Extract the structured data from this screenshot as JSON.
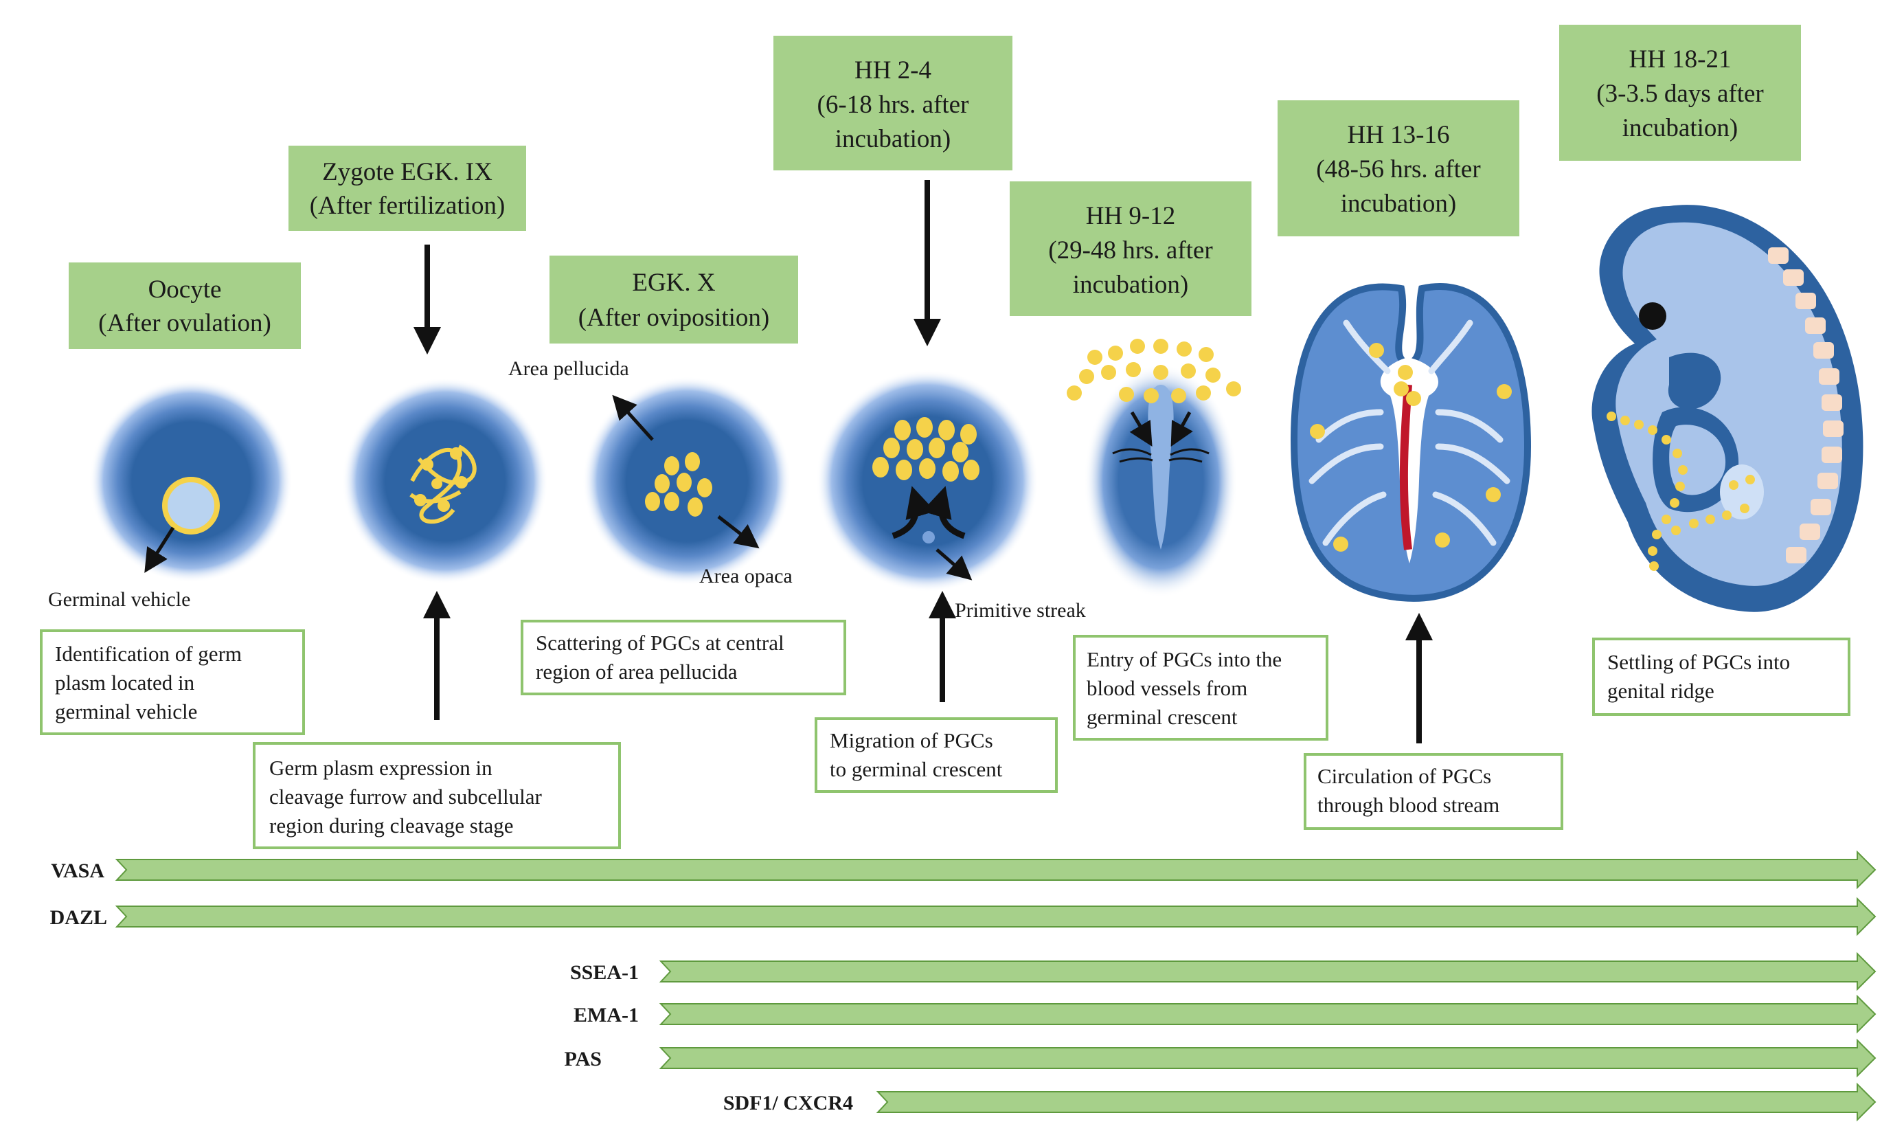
{
  "stages": [
    {
      "id": "oocyte",
      "lines": [
        "Oocyte",
        "(After ovulation)"
      ]
    },
    {
      "id": "zygote",
      "lines": [
        "Zygote EGK. IX",
        "(After fertilization)"
      ]
    },
    {
      "id": "egk-x",
      "lines": [
        "EGK. X",
        "(After oviposition)"
      ]
    },
    {
      "id": "hh-2-4",
      "lines": [
        "HH 2-4",
        "(6-18 hrs. after",
        "incubation)"
      ]
    },
    {
      "id": "hh-9-12",
      "lines": [
        "HH 9-12",
        "(29-48 hrs. after",
        "incubation)"
      ]
    },
    {
      "id": "hh-13-16",
      "lines": [
        "HH 13-16",
        "(48-56 hrs. after",
        "incubation)"
      ]
    },
    {
      "id": "hh-18-21",
      "lines": [
        "HH 18-21",
        "(3-3.5 days after",
        "incubation)"
      ]
    }
  ],
  "descriptions": [
    {
      "id": "germ-plasm-identification",
      "lines": [
        "Identification of germ",
        "plasm located in",
        "germinal vehicle"
      ]
    },
    {
      "id": "germ-plasm-expression",
      "lines": [
        "Germ plasm expression in",
        "cleavage furrow and subcellular",
        "region during cleavage stage"
      ]
    },
    {
      "id": "pgc-scattering",
      "lines": [
        "Scattering of PGCs at central",
        "region of area pellucida"
      ]
    },
    {
      "id": "pgc-migration",
      "lines": [
        "Migration of PGCs",
        "to germinal crescent"
      ]
    },
    {
      "id": "pgc-entry",
      "lines": [
        "Entry of PGCs into the",
        "blood vessels from",
        "germinal crescent"
      ]
    },
    {
      "id": "pgc-circulation",
      "lines": [
        "Circulation of PGCs",
        "through blood stream"
      ]
    },
    {
      "id": "pgc-settling",
      "lines": [
        "Settling of PGCs into",
        "genital ridge"
      ]
    }
  ],
  "labels": {
    "germinal_vehicle": "Germinal vehicle",
    "area_pellucida": "Area pellucida",
    "area_opaca": "Area opaca",
    "primitive_streak": "Primitive streak"
  },
  "markers": [
    {
      "name": "VASA"
    },
    {
      "name": "DAZL"
    },
    {
      "name": "SSEA-1"
    },
    {
      "name": "EMA-1"
    },
    {
      "name": "PAS"
    },
    {
      "name": "SDF1/ CXCR4"
    }
  ],
  "colors": {
    "stage_box": "#a6d08a",
    "desc_border": "#8fc46e",
    "marker_arrow": "#a6d08a",
    "embryo_dark": "#2d62a0",
    "embryo_light": "#a9c4ea",
    "pgc": "#f5d24a",
    "vessel": "#c0172b"
  }
}
